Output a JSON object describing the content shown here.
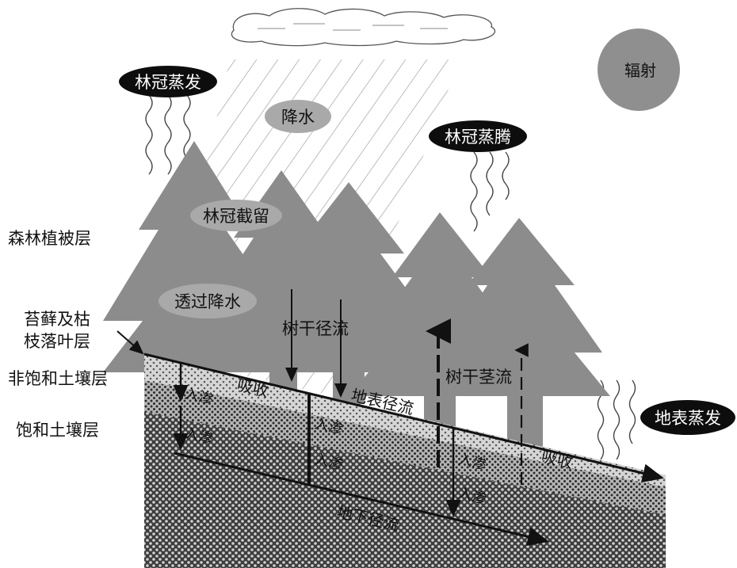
{
  "labels": {
    "canopy_evaporation": "林冠蒸发",
    "radiation": "辐射",
    "precipitation": "降水",
    "canopy_transpiration": "林冠蒸腾",
    "canopy_interception": "林冠截留",
    "forest_vegetation_layer": "森林植被层",
    "throughfall": "透过降水",
    "moss_litter_layer_line1": "苔藓及枯",
    "moss_litter_layer_line2": "枝落叶层",
    "trunk_runoff": "树干径流",
    "unsaturated_soil_layer": "非饱和土壤层",
    "absorption_left": "吸收",
    "surface_runoff": "地表径流",
    "stemflow": "树干茎流",
    "saturated_soil_layer": "饱和土壤层",
    "infiltration_1": "入渗",
    "infiltration_2": "入渗",
    "infiltration_3": "入渗",
    "infiltration_4": "入渗",
    "infiltration_5": "入渗",
    "infiltration_6": "入渗",
    "absorption_right": "吸收",
    "surface_evaporation": "地表蒸发",
    "groundwater_runoff": "地下径流"
  },
  "colors": {
    "sun": "#8f8f8f",
    "tree": "#8c8c8c",
    "ellipse_light": "#a9a9a9",
    "ellipse_dark": "#0d0d0d",
    "ground_dark": "#3a3a3a",
    "ground_light": "#9a9a9a"
  }
}
